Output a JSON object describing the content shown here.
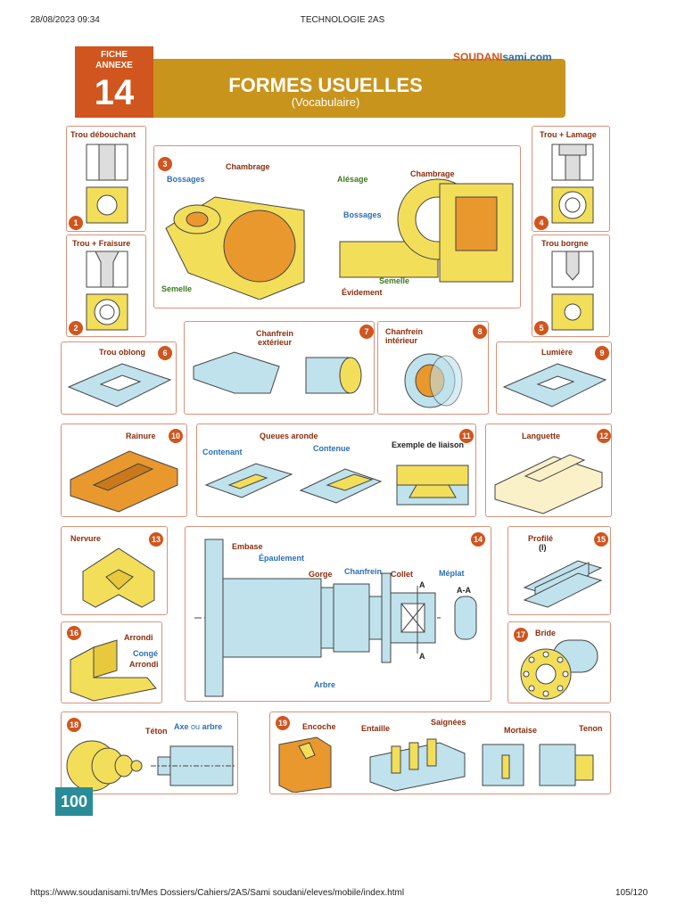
{
  "print_header": {
    "datetime": "28/08/2023 09:34",
    "doc_title": "TECHNOLOGIE 2AS"
  },
  "print_footer": {
    "url": "https://www.soudanisami.tn/Mes Dossiers/Cahiers/2AS/Sami soudani/eleves/mobile/index.html",
    "page": "105/120"
  },
  "banner": {
    "fiche_line1": "FICHE",
    "fiche_line2": "ANNEXE",
    "fiche_number": "14",
    "title": "FORMES USUELLES",
    "subtitle": "(Vocabulaire)",
    "brand_part1": "SOUDANI",
    "brand_part2": "sami.com"
  },
  "panels": {
    "p1": {
      "num": "1",
      "label": "Trou débouchant"
    },
    "p2": {
      "num": "2",
      "label": "Trou + Fraisure"
    },
    "p3": {
      "num": "3",
      "labels": {
        "bossages_left": "Bossages",
        "chambrage_left": "Chambrage",
        "semelle_left": "Semelle",
        "alesage": "Alésage",
        "chambrage_right": "Chambrage",
        "bossages_right": "Bossages",
        "semelle_right": "Semelle",
        "evidement": "Évidement"
      }
    },
    "p4": {
      "num": "4",
      "label": "Trou + Lamage"
    },
    "p5": {
      "num": "5",
      "label": "Trou borgne"
    },
    "p6": {
      "num": "6",
      "label": "Trou oblong"
    },
    "p7": {
      "num": "7",
      "label_line1": "Chanfrein",
      "label_line2": "extérieur"
    },
    "p8": {
      "num": "8",
      "label_line1": "Chanfrein",
      "label_line2": "intérieur"
    },
    "p9": {
      "num": "9",
      "label": "Lumière"
    },
    "p10": {
      "num": "10",
      "label": "Rainure"
    },
    "p11": {
      "num": "11",
      "title": "Queues aronde",
      "contenant": "Contenant",
      "contenu": "Contenue",
      "liaison": "Exemple de liaison"
    },
    "p12": {
      "num": "12",
      "label": "Languette"
    },
    "p13": {
      "num": "13",
      "label": "Nervure"
    },
    "p14": {
      "num": "14",
      "labels": {
        "embase": "Embase",
        "epaulement": "Épaulement",
        "gorge": "Gorge",
        "chanfrein": "Chanfrein",
        "collet": "Collet",
        "meplat": "Méplat",
        "arbre": "Arbre",
        "section_a1": "A",
        "section_a2": "A",
        "section_aa": "A-A"
      }
    },
    "p15": {
      "num": "15",
      "label": "Profilé",
      "sub": "(I)"
    },
    "p16": {
      "num": "16",
      "arrondi1": "Arrondi",
      "conge": "Congé",
      "arrondi2": "Arrondi"
    },
    "p17": {
      "num": "17",
      "label": "Bride"
    },
    "p18": {
      "num": "18",
      "teton": "Téton",
      "axe": "Axe",
      "ou": "ou",
      "arbre": "arbre"
    },
    "p19": {
      "num": "19",
      "encoche": "Encoche",
      "entaille": "Entaille",
      "saignees": "Saignées",
      "mortaise": "Mortaise",
      "tenon": "Tenon"
    }
  },
  "page_number": "100",
  "colors": {
    "banner": "#c9941c",
    "fiche": "#d0551e",
    "label_dark": "#8b2d0c",
    "label_blue": "#2b6fb6",
    "label_green": "#3a7a1a",
    "yellow": "#f3de5a",
    "orange": "#e9982e",
    "light_blue": "#bfe2ec",
    "badge": "#2a8c99"
  }
}
